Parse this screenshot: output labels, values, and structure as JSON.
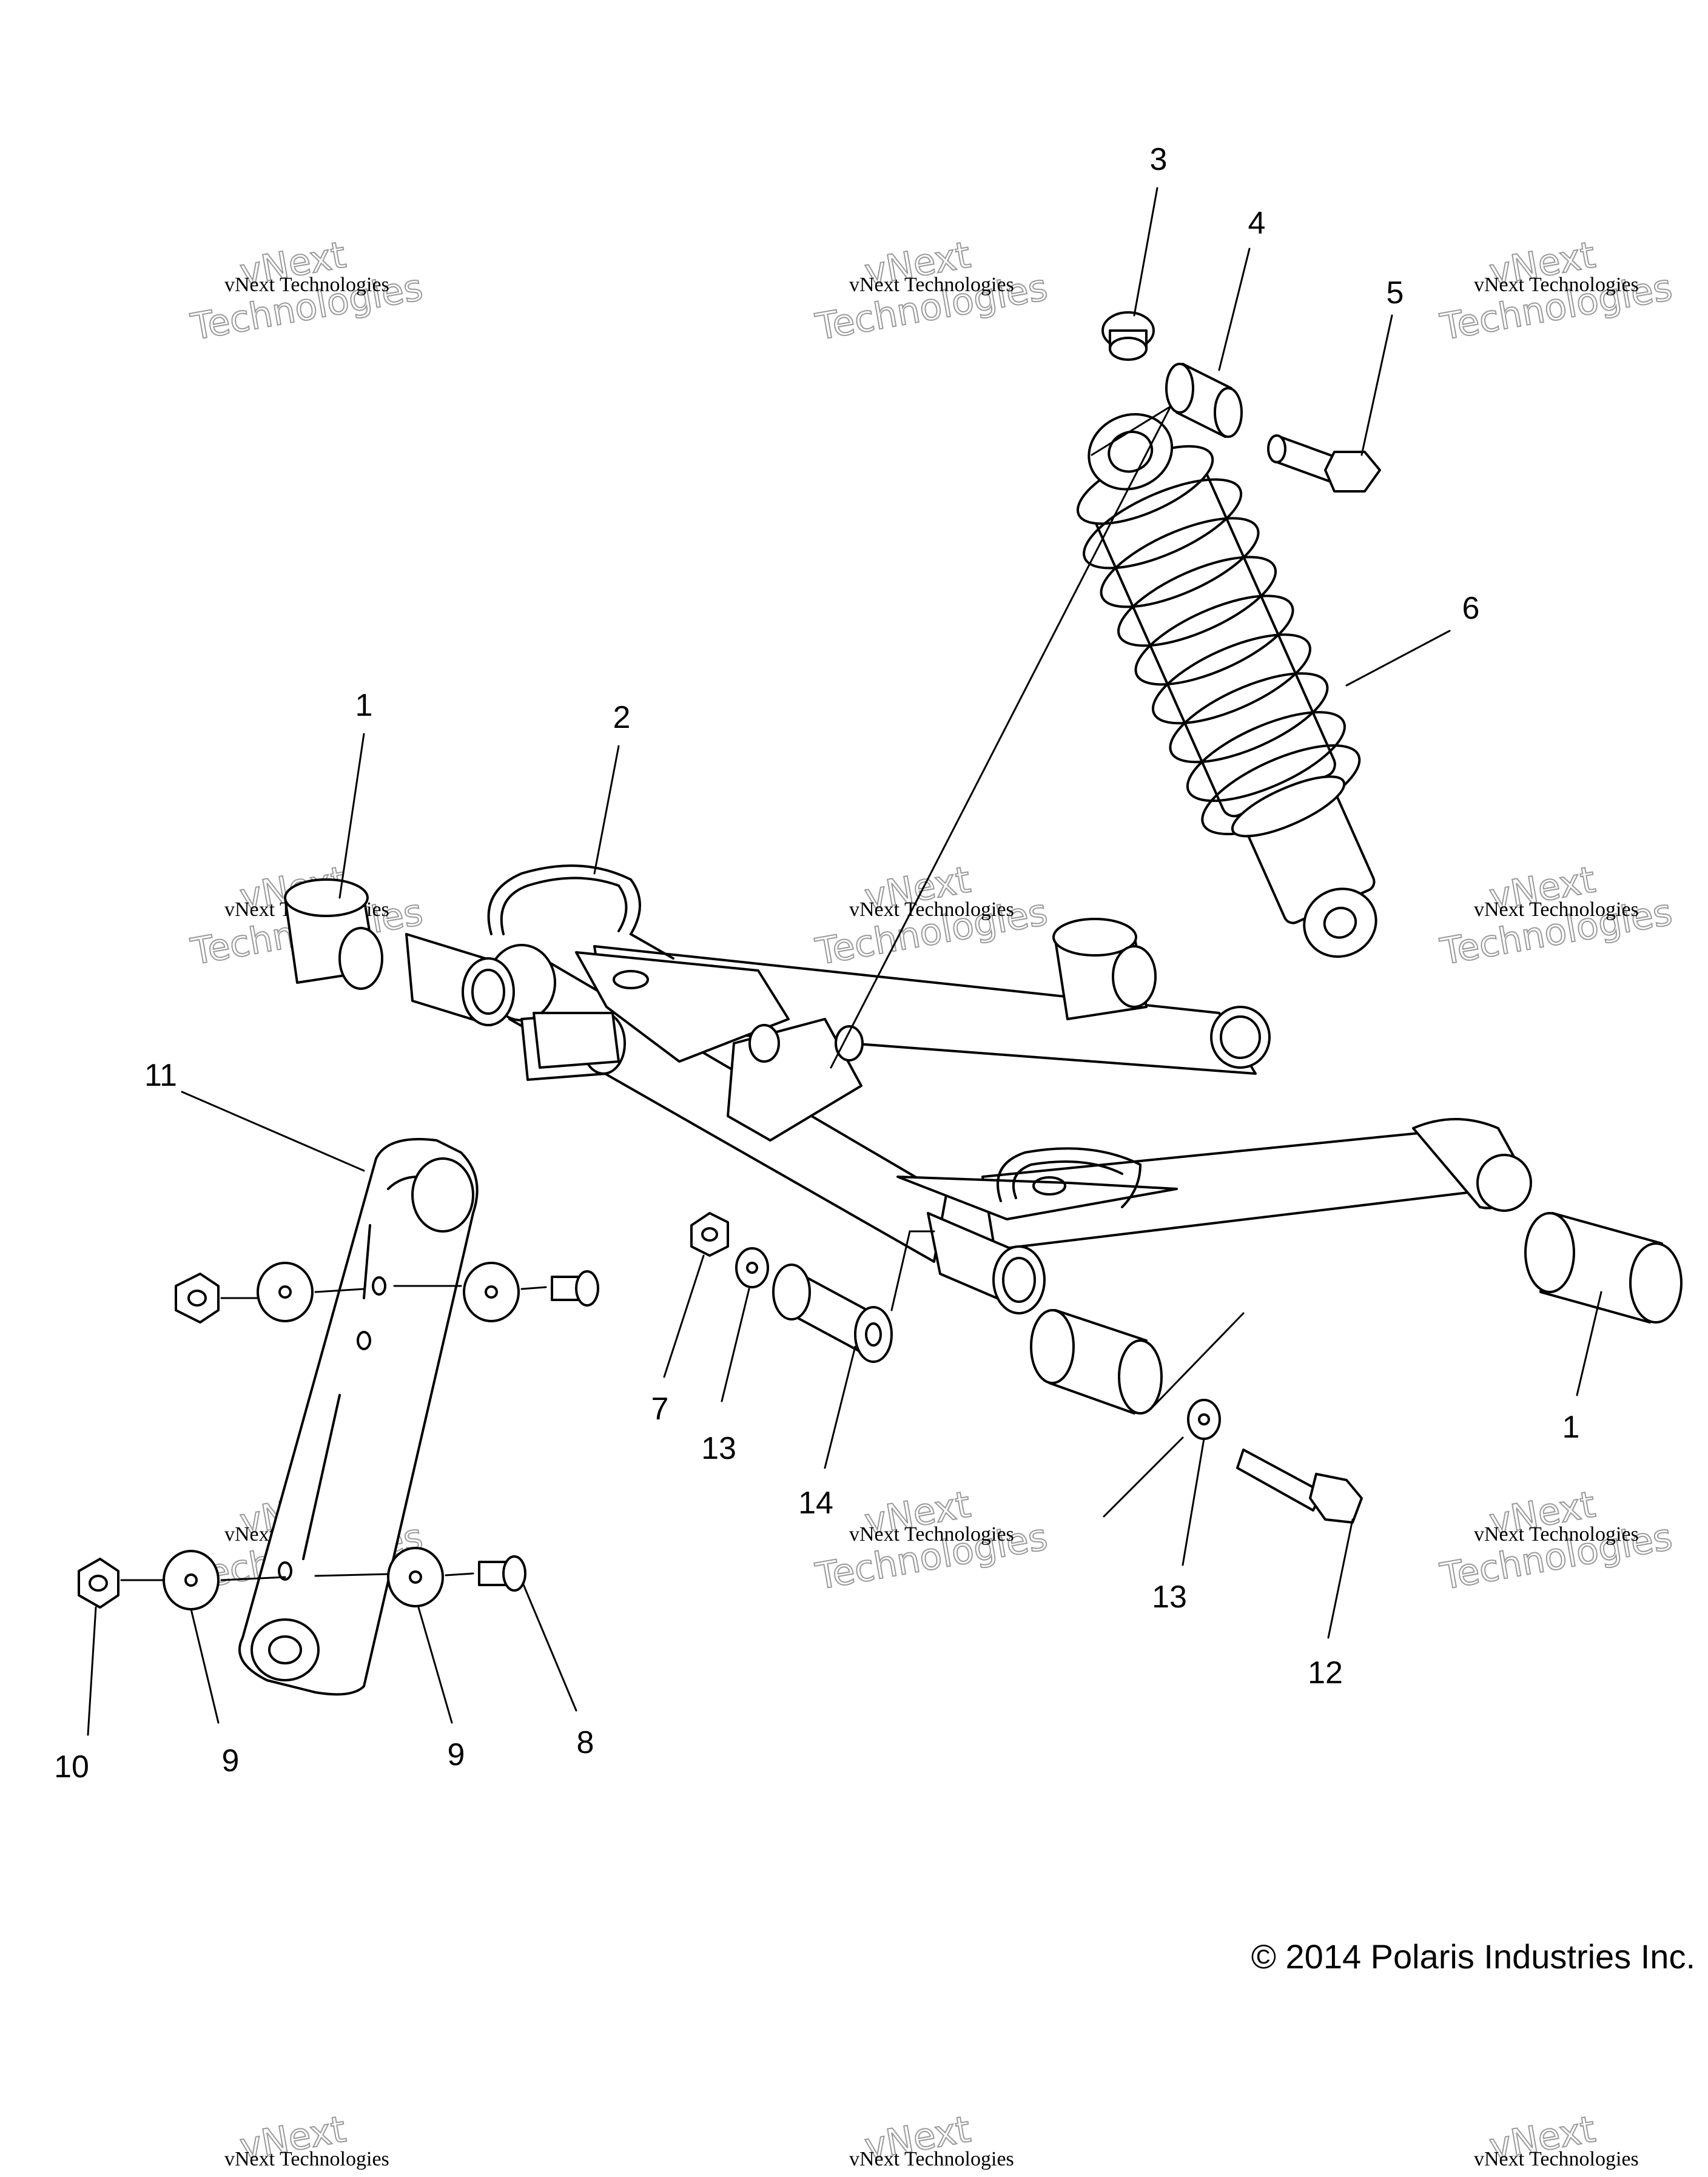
{
  "diagram": {
    "callouts": [
      {
        "id": "c3",
        "text": "3"
      },
      {
        "id": "c4",
        "text": "4"
      },
      {
        "id": "c5",
        "text": "5"
      },
      {
        "id": "c6",
        "text": "6"
      },
      {
        "id": "c1a",
        "text": "1"
      },
      {
        "id": "c2",
        "text": "2"
      },
      {
        "id": "c11",
        "text": "11"
      },
      {
        "id": "c7",
        "text": "7"
      },
      {
        "id": "c13a",
        "text": "13"
      },
      {
        "id": "c14",
        "text": "14"
      },
      {
        "id": "c1b",
        "text": "1"
      },
      {
        "id": "c13b",
        "text": "13"
      },
      {
        "id": "c12",
        "text": "12"
      },
      {
        "id": "c10",
        "text": "10"
      },
      {
        "id": "c9a",
        "text": "9"
      },
      {
        "id": "c9b",
        "text": "9"
      },
      {
        "id": "c8",
        "text": "8"
      }
    ],
    "copyright": "© 2014 Polaris Industries Inc."
  },
  "watermark": {
    "line1": "vNext Technologies",
    "line2": "vNext",
    "line3": "Technologies"
  }
}
